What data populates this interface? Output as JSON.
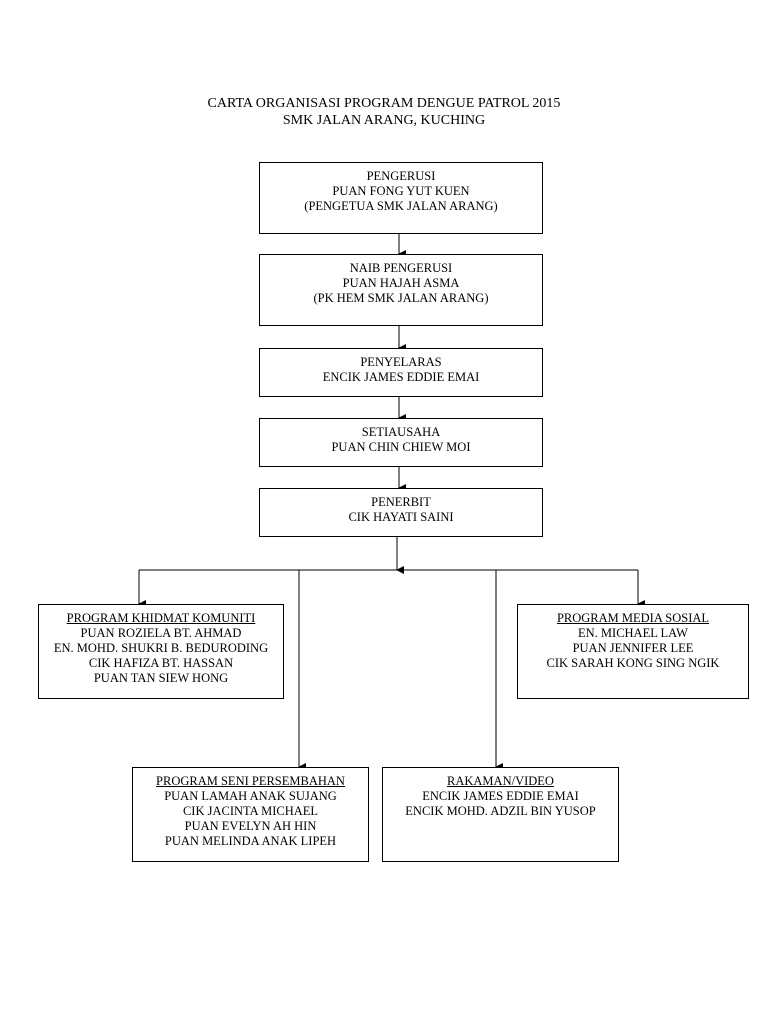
{
  "title": {
    "line1": "CARTA ORGANISASI PROGRAM DENGUE PATROL 2015",
    "line2": "SMK JALAN ARANG, KUCHING"
  },
  "chain": [
    {
      "lines": [
        "PENGERUSI",
        "PUAN FONG YUT KUEN",
        "(PENGETUA SMK JALAN ARANG)"
      ]
    },
    {
      "lines": [
        "NAIB PENGERUSI",
        "PUAN HAJAH ASMA",
        "(PK HEM SMK JALAN ARANG)"
      ]
    },
    {
      "lines": [
        "PENYELARAS",
        "ENCIK JAMES EDDIE EMAI"
      ]
    },
    {
      "lines": [
        "SETIAUSAHA",
        "PUAN CHIN CHIEW MOI"
      ]
    },
    {
      "lines": [
        "PENERBIT",
        "CIK HAYATI SAINI"
      ]
    }
  ],
  "programs": {
    "khidmat": {
      "heading": "PROGRAM KHIDMAT KOMUNITI",
      "members": [
        "PUAN ROZIELA BT. AHMAD",
        "EN. MOHD. SHUKRI B. BEDURODING",
        "CIK HAFIZA BT. HASSAN",
        "PUAN TAN SIEW HONG"
      ]
    },
    "media": {
      "heading": "PROGRAM MEDIA SOSIAL",
      "members": [
        "EN. MICHAEL LAW",
        "PUAN JENNIFER LEE",
        "CIK SARAH KONG SING NGIK"
      ]
    },
    "seni": {
      "heading": "PROGRAM SENI PERSEMBAHAN",
      "members": [
        "PUAN LAMAH ANAK SUJANG",
        "CIK JACINTA MICHAEL",
        "PUAN EVELYN AH HIN",
        "PUAN MELINDA ANAK LIPEH"
      ]
    },
    "rakaman": {
      "heading": "RAKAMAN/VIDEO",
      "members": [
        "ENCIK JAMES EDDIE EMAI",
        "ENCIK MOHD. ADZIL BIN YUSOP"
      ]
    }
  }
}
